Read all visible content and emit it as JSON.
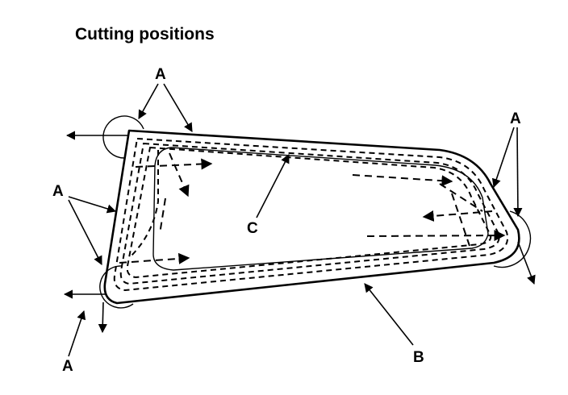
{
  "diagram": {
    "title": "Cutting positions",
    "labels": {
      "a": "A",
      "b": "B",
      "c": "C"
    }
  }
}
